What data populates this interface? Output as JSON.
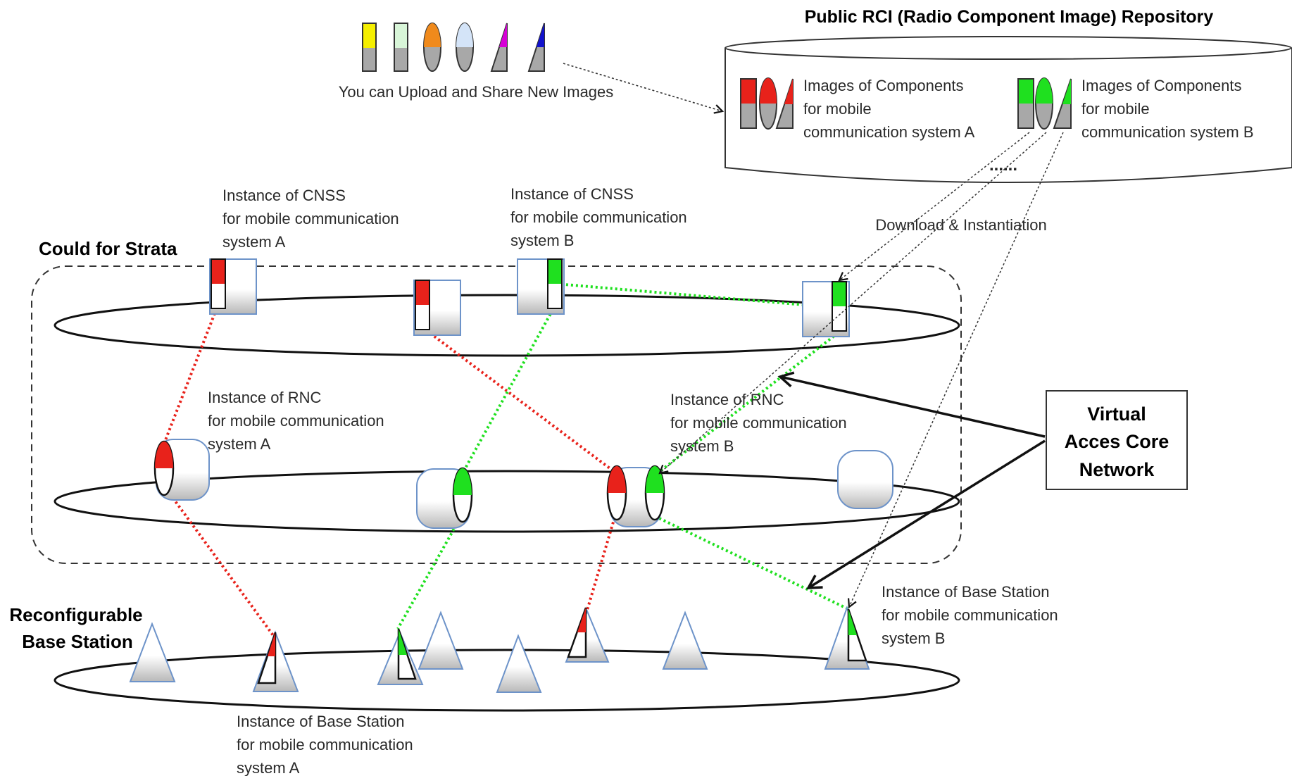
{
  "repository": {
    "title": "Public RCI (Radio Component Image) Repository",
    "group_a": [
      "Images of Components",
      "for mobile",
      "communication system A"
    ],
    "group_b": [
      "Images of Components",
      "for mobile",
      "communication system B"
    ],
    "ellipsis": "......"
  },
  "upload": {
    "label": "You can Upload and Share New Images",
    "icon_colors": [
      "#f5ef00",
      "#d8f5d8",
      "#f08a1c",
      "#d4e4f8",
      "#d600d6",
      "#1212cc"
    ]
  },
  "download_label": "Download & Instantiation",
  "cloud_title": "Could for Strata",
  "base_station_title": [
    "Reconfigurable",
    "Base Station"
  ],
  "virtual_core": [
    "Virtual",
    "Acces Core",
    "Network"
  ],
  "labels": {
    "cnss_a": [
      "Instance of CNSS",
      "for mobile communication",
      "system A"
    ],
    "cnss_b": [
      "Instance of CNSS",
      "for mobile communication",
      "system B"
    ],
    "rnc_a": [
      "Instance of RNC",
      "for mobile communication",
      "system A"
    ],
    "rnc_b": [
      "Instance of RNC",
      "for mobile communication",
      "system B"
    ],
    "bs_a": [
      "Instance of Base Station",
      "for mobile communication",
      "system A"
    ],
    "bs_b": [
      "Instance of Base Station",
      "for mobile communication",
      "system B"
    ]
  },
  "colors": {
    "system_a": "#e8221b",
    "system_b": "#1fe01f",
    "node_border": "#6d93c9",
    "node_gray": "#a8a8a8"
  }
}
